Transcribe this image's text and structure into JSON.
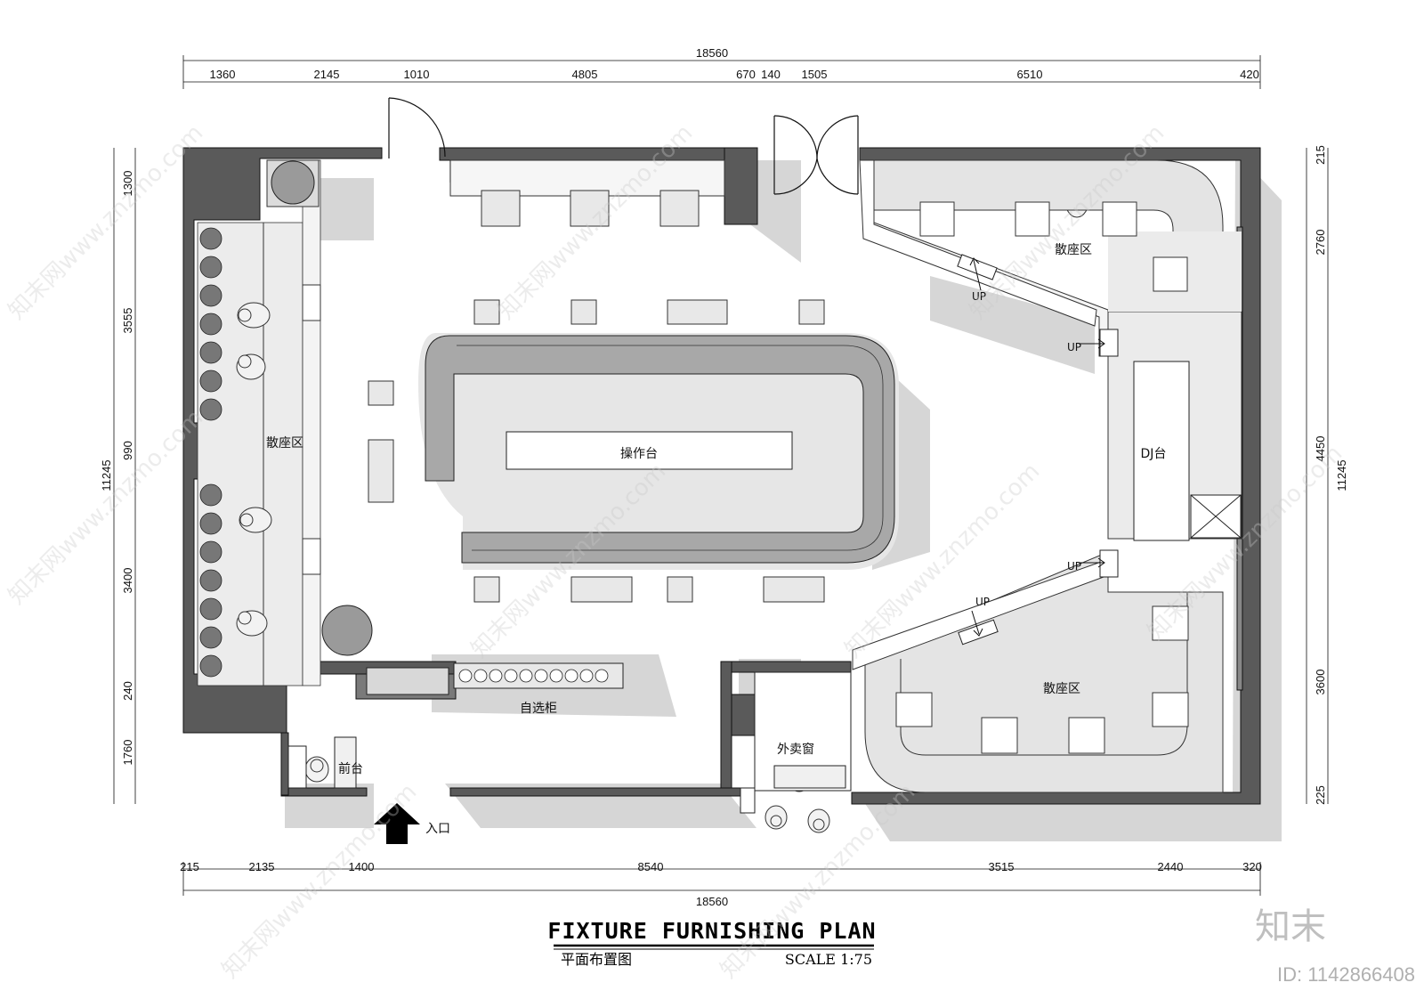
{
  "drawing": {
    "title": "FIXTURE FURNISHING PLAN",
    "subtitle": "平面布置图",
    "scale": "SCALE 1:75"
  },
  "dimensions": {
    "top_total": "18560",
    "top": [
      "1360",
      "2145",
      "1010",
      "4805",
      "670",
      "140",
      "1505",
      "6510",
      "420"
    ],
    "bottom_total": "18560",
    "bottom": [
      "215",
      "2135",
      "1400",
      "8540",
      "3515",
      "2440",
      "320"
    ],
    "left_total": "11245",
    "left": [
      "1300",
      "3555",
      "990",
      "3400",
      "240",
      "1760"
    ],
    "right_total": "11245",
    "right": [
      "215",
      "2760",
      "4450",
      "3600",
      "225"
    ]
  },
  "rooms": {
    "seating_left": "散座区",
    "seating_top_right": "散座区",
    "seating_bottom_right": "散座区",
    "console": "操作台",
    "dj": "DJ台",
    "self_cabinet": "自选柜",
    "front_desk": "前台",
    "takeout_window": "外卖窗",
    "entrance": "入口"
  },
  "stairs": {
    "up1": "UP",
    "up2": "UP",
    "up3": "UP",
    "up4": "UP"
  },
  "watermark": {
    "site": "知末网www.znzmo.com",
    "brand": "知末",
    "id": "ID: 1142866408"
  }
}
